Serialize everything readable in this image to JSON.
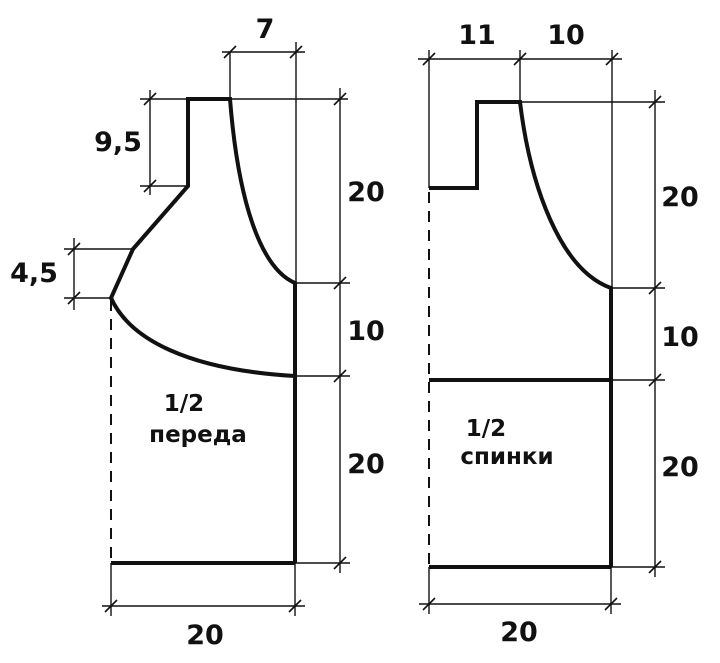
{
  "front": {
    "fraction": "1/2",
    "name": "переда",
    "dims": {
      "shoulder_top": "7",
      "neck_depth": "9,5",
      "armhole_depth": "4,5",
      "right_upper": "20",
      "right_middle": "10",
      "right_lower": "20",
      "bottom_width": "20"
    }
  },
  "back": {
    "fraction": "1/2",
    "name": "спинки",
    "dims": {
      "top_left": "11",
      "top_right": "10",
      "right_upper": "20",
      "right_middle": "10",
      "right_lower": "20",
      "bottom_width": "20"
    }
  }
}
